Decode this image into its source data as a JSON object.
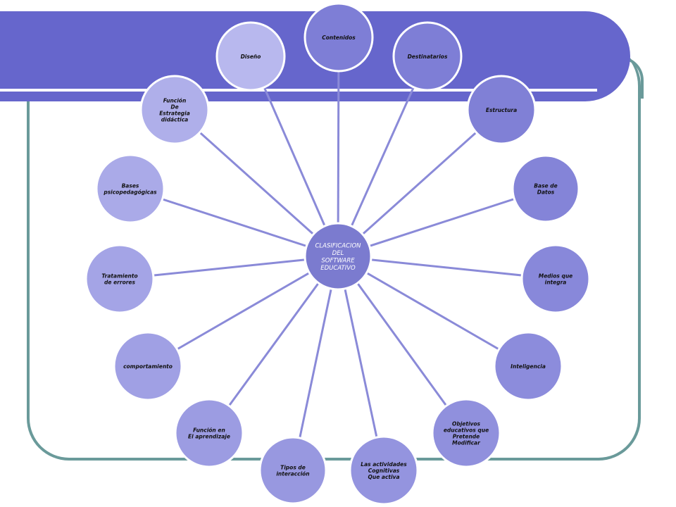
{
  "colors": {
    "ribbon": "#6666cc",
    "frame": "#6a9a9a",
    "spoke": "#8a8ad8",
    "center_fill": "#7b7bcf",
    "node_stroke": "#ffffff"
  },
  "center": {
    "lines": [
      "CLASIFICACION",
      "DEL",
      "SOFTWARE",
      "EDUCATIVO"
    ]
  },
  "nodes": [
    {
      "id": "contenidos",
      "lines": [
        "Contenidos"
      ],
      "fill": "#7e7ed6"
    },
    {
      "id": "destinatarios",
      "lines": [
        "Destinatarios"
      ],
      "fill": "#7e7ed6"
    },
    {
      "id": "estructura",
      "lines": [
        "Estructura"
      ],
      "fill": "#8080d6"
    },
    {
      "id": "base-de-datos",
      "lines": [
        "Base de",
        "Datos"
      ],
      "fill": "#8484d8"
    },
    {
      "id": "medios-que-integra",
      "lines": [
        "Medios que",
        "integra"
      ],
      "fill": "#8888da"
    },
    {
      "id": "inteligencia",
      "lines": [
        "Inteligencia"
      ],
      "fill": "#8c8cdc"
    },
    {
      "id": "objetivos-educativos",
      "lines": [
        "Objetivos",
        "educativos que",
        "Pretende",
        "Modificar"
      ],
      "fill": "#9090dd"
    },
    {
      "id": "actividades-cognitivas",
      "lines": [
        "Las actividades",
        "Cognitivas",
        "Que activa"
      ],
      "fill": "#9494df"
    },
    {
      "id": "tipos-de-interaccion",
      "lines": [
        "Tipos de",
        "interacción"
      ],
      "fill": "#9898e0"
    },
    {
      "id": "funcion-aprendizaje",
      "lines": [
        "Función en",
        "El aprendizaje"
      ],
      "fill": "#9c9ce2"
    },
    {
      "id": "comportamiento",
      "lines": [
        "comportamiento"
      ],
      "fill": "#a0a0e4"
    },
    {
      "id": "tratamiento-errores",
      "lines": [
        "Tratamiento",
        "de errores"
      ],
      "fill": "#a4a4e6"
    },
    {
      "id": "bases-psicopedagogicas",
      "lines": [
        "Bases",
        "psicopedagógicas"
      ],
      "fill": "#aaaae8"
    },
    {
      "id": "funcion-estrategia",
      "lines": [
        "Función",
        "De",
        "Estrategia",
        "didáctica"
      ],
      "fill": "#afafea"
    },
    {
      "id": "diseno",
      "lines": [
        "Diseño"
      ],
      "fill": "#b8b8ee"
    }
  ]
}
